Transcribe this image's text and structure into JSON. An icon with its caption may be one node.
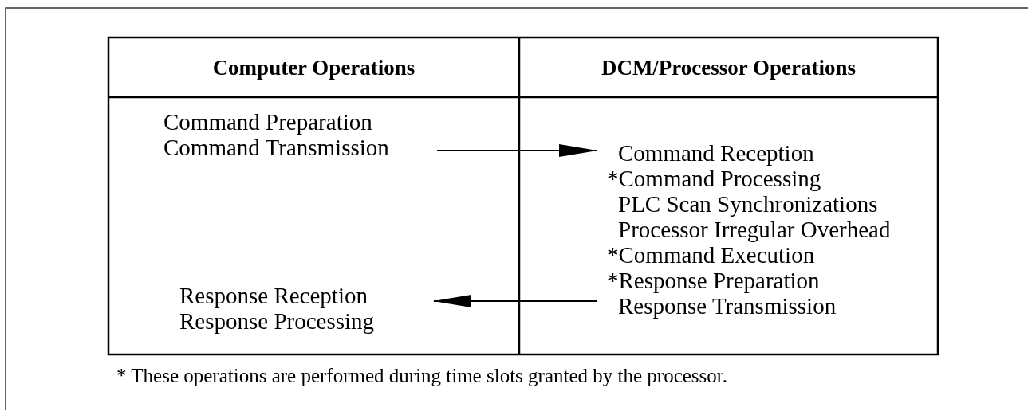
{
  "diagram": {
    "nodes": [
      {
        "text": [
          "Command Preparation",
          "Command Transmission"
        ]
      },
      {
        "text": [
          "Command Reception",
          "*Command Processing",
          "PLC Scan Synchronizations",
          "Processor Irregular Overhead",
          "*Command Execution",
          "*Response Preparation",
          "Response Transmission"
        ]
      },
      {
        "text": [
          "Response Reception",
          "Response Processing"
        ]
      }
    ],
    "edges": [
      {
        "from": 0,
        "to": 1,
        "arrow": "to"
      },
      {
        "from": 1,
        "to": 2,
        "arrow": "to"
      }
    ],
    "labels": [
      "Computer Operations",
      "DCM/Processor Operations",
      "* These operations are performed during time slots granted by the processor."
    ]
  }
}
